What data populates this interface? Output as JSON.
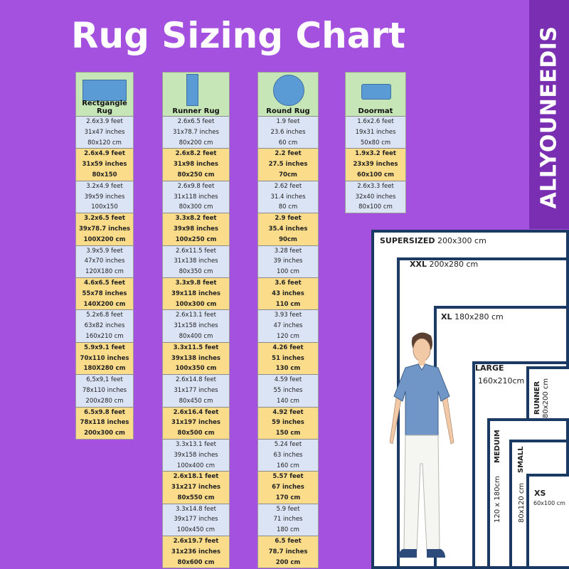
{
  "title": "Rug Sizing Chart",
  "brand": "ALLYOUNEEDIS",
  "columns": [
    {
      "name": "Rectgangle Rug",
      "shape": "rectangle",
      "groups": [
        [
          "2.6x3.9 feet",
          "31x47 inches",
          "80x120 cm"
        ],
        [
          "2.6x4.9 feet",
          "31x59 inches",
          "80x150"
        ],
        [
          "3.2x4.9 feet",
          "39x59 inches",
          "100x150"
        ],
        [
          "3.2x6.5 feet",
          "39x78.7 inches",
          "100X200 cm"
        ],
        [
          "3.9x5.9 feet",
          "47x70 inches",
          "120X180 cm"
        ],
        [
          "4.6x6.5 feet",
          "55x78 inches",
          "140X200 cm"
        ],
        [
          "5.2x6.8 feet",
          "63x82 inches",
          "160x210 cm"
        ],
        [
          "5.9x9.1 feet",
          "70x110 inches",
          "180X280 cm"
        ],
        [
          "6,5x9,1 feet",
          "78x110 inches",
          "200x280 cm"
        ],
        [
          "6.5x9.8 feet",
          "78x118 inches",
          "200x300 cm"
        ]
      ]
    },
    {
      "name": "Runner Rug",
      "shape": "runner",
      "groups": [
        [
          "2.6x6.5 feet",
          "31x78.7 inches",
          "80x200 cm"
        ],
        [
          "2.6x8.2 feet",
          "31x98 inches",
          "80x250 cm"
        ],
        [
          "2.6x9.8 feet",
          "31x118 inches",
          "80x300 cm"
        ],
        [
          "3.3x8.2 feet",
          "39x98 inches",
          "100x250 cm"
        ],
        [
          "2.6x11.5 feet",
          "31x138 inches",
          "80x350 cm"
        ],
        [
          "3.3x9.8 feet",
          "39x118 inches",
          "100x300 cm"
        ],
        [
          "2.6x13.1 feet",
          "31x158 inches",
          "80x400 cm"
        ],
        [
          "3.3x11.5 feet",
          "39x138 inches",
          "100x350 cm"
        ],
        [
          "2.6x14.8 feet",
          "31x177 inches",
          "80x450 cm"
        ],
        [
          "2.6x16.4 feet",
          "31x197 inches",
          "80x500 cm"
        ],
        [
          "3.3x13.1 feet",
          "39x158 inches",
          "100x400 cm"
        ],
        [
          "2.6x18.1 feet",
          "31x217 inches",
          "80x550 cm"
        ],
        [
          "3.3x14.8 feet",
          "39x177 inches",
          "100x450 cm"
        ],
        [
          "2.6x19.7 feet",
          "31x236 inches",
          "80x600 cm"
        ]
      ]
    },
    {
      "name": "Round Rug",
      "shape": "circle",
      "groups": [
        [
          "1.9 feet",
          "23.6 inches",
          "60 cm"
        ],
        [
          "2.2 feet",
          "27.5  inches",
          "70cm"
        ],
        [
          "2.62 feet",
          "31.4 inches",
          "80 cm"
        ],
        [
          "2.9 feet",
          "35.4 inches",
          "90cm"
        ],
        [
          "3.28 feet",
          "39 inches",
          "100 cm"
        ],
        [
          "3.6 feet",
          "43 inches",
          "110 cm"
        ],
        [
          "3.93 feet",
          "47 inches",
          "120 cm"
        ],
        [
          "4.26 feet",
          "51 inches",
          "130 cm"
        ],
        [
          "4.59 feet",
          "55 inches",
          "140 cm"
        ],
        [
          "4.92 feet",
          "59 inches",
          "150 cm"
        ],
        [
          "5.24 feet",
          "63 inches",
          "160 cm"
        ],
        [
          "5.57 feet",
          "67 inches",
          "170 cm"
        ],
        [
          "5.9 feet",
          "71 inches",
          "180 cm"
        ],
        [
          "6.5 feet",
          "78.7 inches",
          "200 cm"
        ]
      ]
    },
    {
      "name": "Doormat",
      "shape": "doormat",
      "groups": [
        [
          "1.6x2.6 feet",
          "19x31 inches",
          "50x80 cm"
        ],
        [
          "1.9x3.2 feet",
          "23x39 inches",
          "60x100 cm"
        ],
        [
          "2.6x3.3 feet",
          "32x40 inches",
          "80x100 cm"
        ]
      ]
    }
  ],
  "sizes": {
    "supersized": {
      "name": "SUPERSIZED",
      "dims": "200x300 cm"
    },
    "xxl": {
      "name": "XXL",
      "dims": "200x280 cm"
    },
    "xl": {
      "name": "XL",
      "dims": "180x280 cm"
    },
    "large": {
      "name": "LARGE",
      "dims": "160x210cm"
    },
    "runner": {
      "name": "RUNNER",
      "dims": "80x200 cm"
    },
    "medium": {
      "name": "MEDUIM",
      "dims": "120 x 180cm"
    },
    "small": {
      "name": "SMALL",
      "dims": "80x120 cm"
    },
    "xs": {
      "name": "XS",
      "dims": "60x100 cm"
    }
  },
  "colors": {
    "background": "#a451e0",
    "brand_band": "#7a2fb3",
    "header_green": "#c7e6b7",
    "row_blue": "#dbe4f5",
    "row_yellow": "#fbdc8b",
    "shape_blue": "#5b9bd5",
    "frame_navy": "#1b3a63"
  }
}
